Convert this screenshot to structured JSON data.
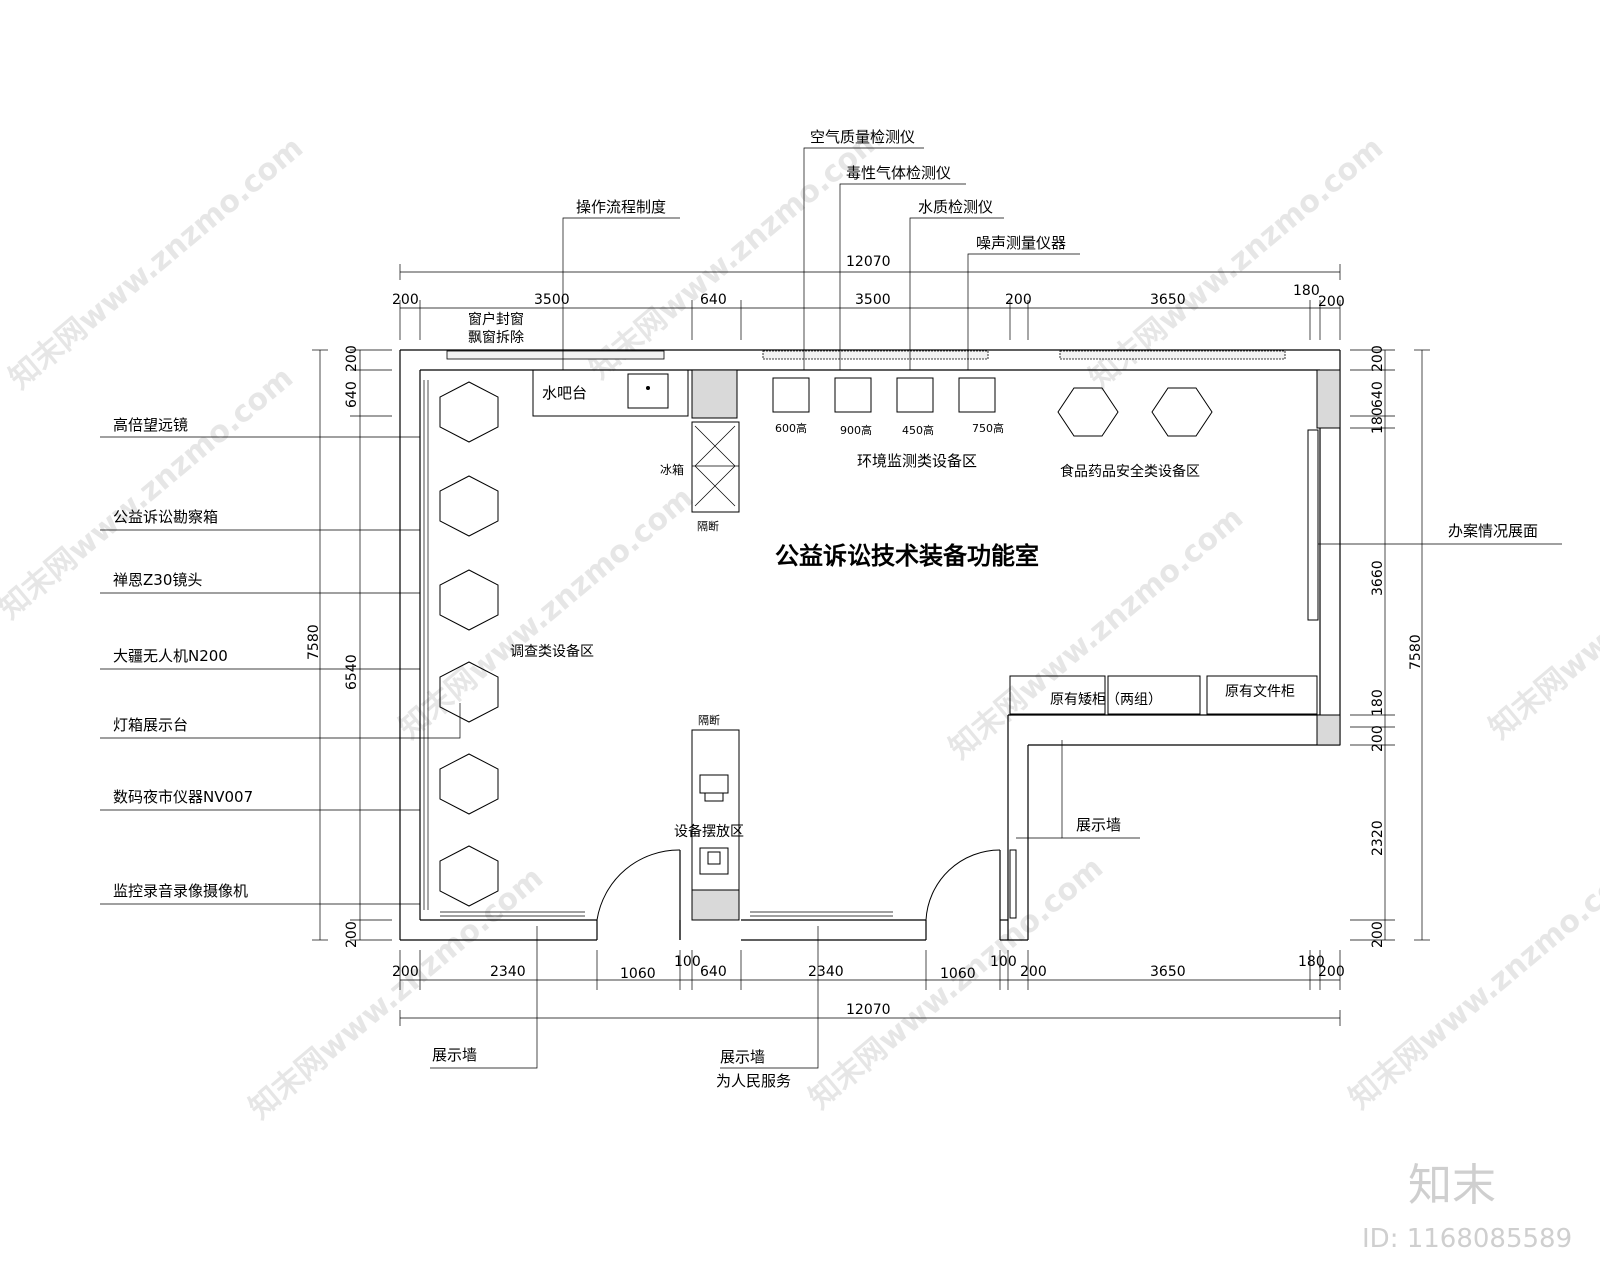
{
  "title": "公益诉讼技术装备功能室",
  "top_callouts": [
    "空气质量检测仪",
    "毒性气体检测仪",
    "水质检测仪",
    "噪声测量仪器",
    "操作流程制度"
  ],
  "left_callouts": [
    "高倍望远镜",
    "公益诉讼勘察箱",
    "禅恩Z30镜头",
    "大疆无人机N200",
    "灯箱展示台",
    "数码夜市仪器NV007",
    "监控录音录像摄像机"
  ],
  "right_callouts": [
    "办案情况展面",
    "展示墙"
  ],
  "bottom_callouts": {
    "left": "展示墙",
    "center_1": "展示墙",
    "center_2": "为人民服务"
  },
  "window_labels": [
    "窗户封窗",
    "飘窗拆除"
  ],
  "zones": {
    "bar": "水吧台",
    "fridge": "冰箱",
    "partition_1": "隔断",
    "partition_2": "隔断",
    "env_zone": "环境监测类设备区",
    "food_zone": "食品药品安全类设备区",
    "survey_zone": "调查类设备区",
    "equip_zone": "设备摆放区",
    "low_cabinet": "原有矮柜（两组）",
    "file_cabinet": "原有文件柜"
  },
  "pedestals": [
    "600高",
    "900高",
    "450高",
    "750高"
  ],
  "dims_top": {
    "total": "12070",
    "segments": [
      "200",
      "3500",
      "640",
      "3500",
      "200",
      "3650",
      "180",
      "200"
    ]
  },
  "dims_bottom": {
    "total": "12070",
    "segments": [
      "200",
      "2340",
      "1060",
      "100",
      "640",
      "2340",
      "1060",
      "100",
      "200",
      "3650",
      "180",
      "200"
    ]
  },
  "dims_left": {
    "total": "7580",
    "inner": "6540",
    "segments": [
      "200",
      "640",
      "200"
    ]
  },
  "dims_right": {
    "total": "7580",
    "segments": [
      "200",
      "640",
      "180",
      "3660",
      "180",
      "200",
      "2320",
      "200"
    ]
  },
  "watermark_text": "知末网www.znzmo.com",
  "brand": "知末",
  "id_label": "ID: 1168085589"
}
